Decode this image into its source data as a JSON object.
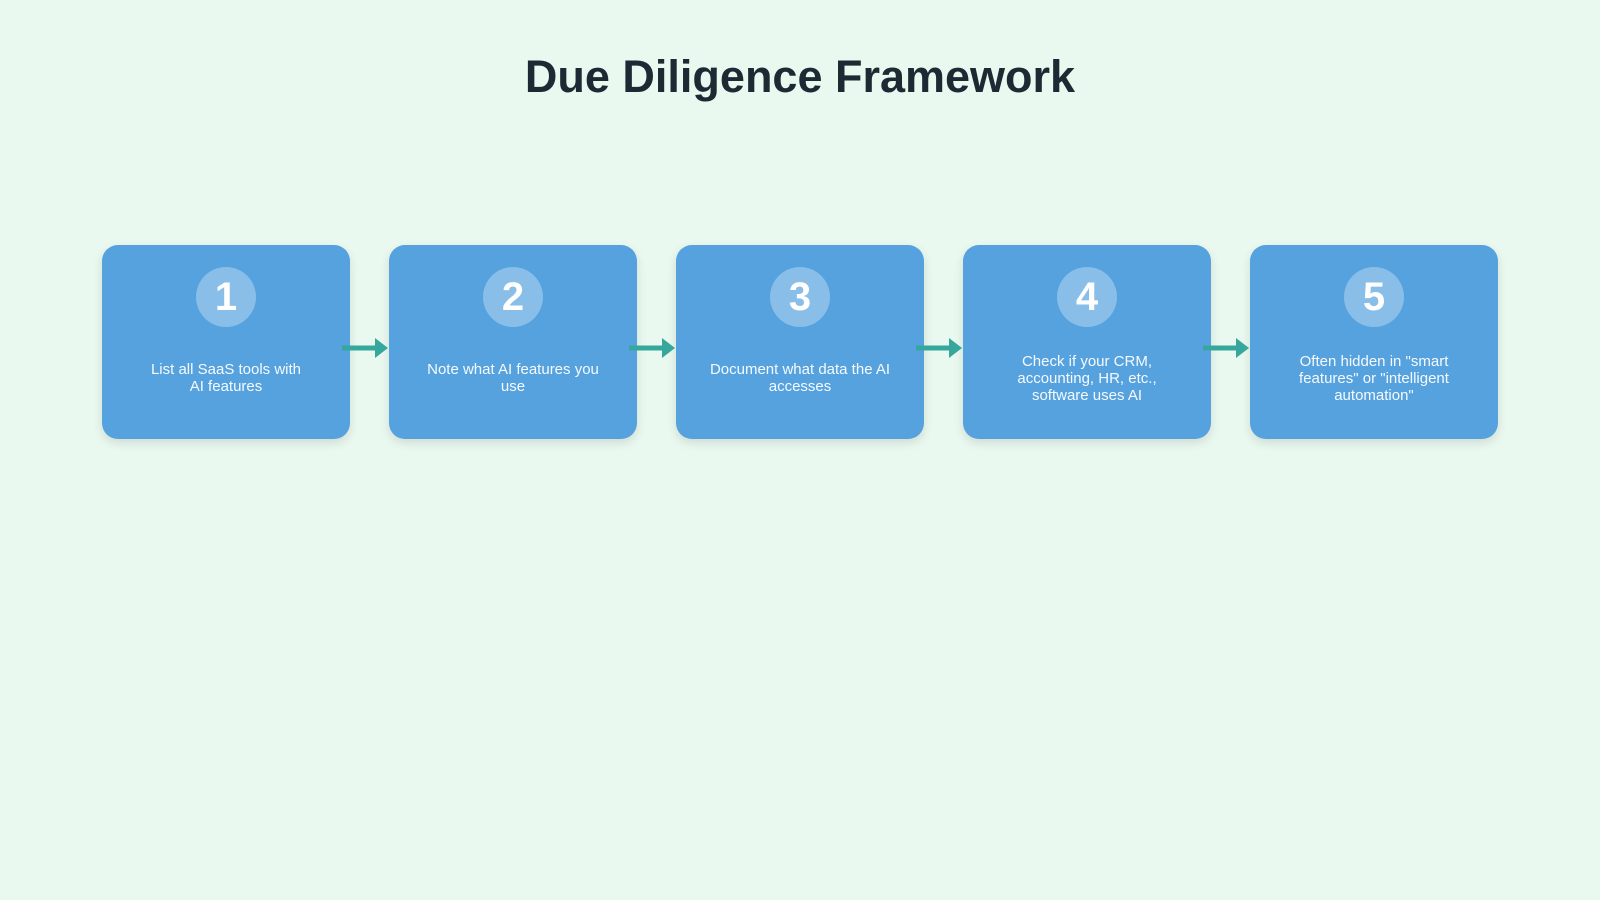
{
  "page": {
    "title": "Due Diligence Framework",
    "background_color": "#EAF9F0",
    "title_color": "#1F2933"
  },
  "flow": {
    "card_color": "#55A2DF",
    "circle_color": "rgba(255,255,255,0.3)",
    "arrow_color": "#35A79C",
    "arrow_icon": "arrow-right-icon",
    "steps": [
      {
        "number": "1",
        "description": "List all SaaS tools with\nAI features"
      },
      {
        "number": "2",
        "description": "Note what AI features you\nuse"
      },
      {
        "number": "3",
        "description": "Document what data the AI\naccesses"
      },
      {
        "number": "4",
        "description": "Check if your CRM,\naccounting, HR, etc.,\nsoftware uses AI"
      },
      {
        "number": "5",
        "description": "Often hidden in \"smart\nfeatures\" or \"intelligent\nautomation\""
      }
    ]
  }
}
